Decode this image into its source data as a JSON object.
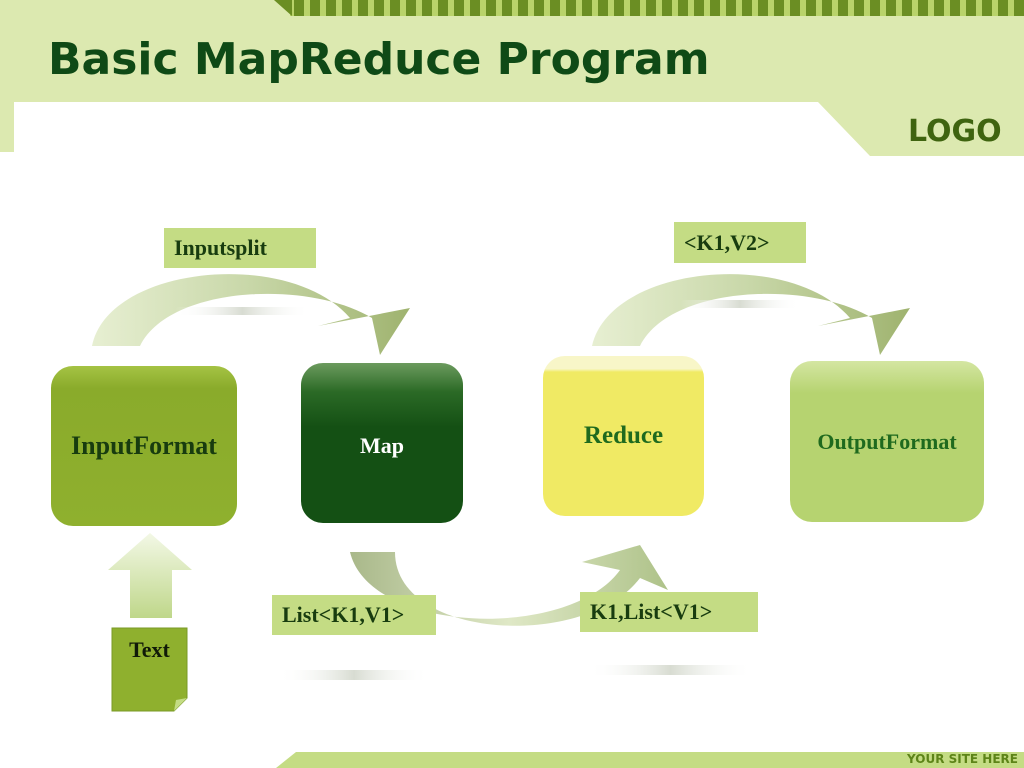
{
  "header": {
    "title": "Basic MapReduce Program",
    "logo": "LOGO"
  },
  "footer": {
    "site": "YOUR SITE HERE"
  },
  "diagram": {
    "boxes": {
      "input_format": "InputFormat",
      "map": "Map",
      "reduce": "Reduce",
      "output_format": "OutputFormat"
    },
    "labels": {
      "inputsplit": "Inputsplit",
      "k1_v2": "<K1,V2>",
      "list_k1_v1": "List<K1,V1>",
      "k1_list_v1": "K1,List<V1>"
    },
    "source": {
      "text": "Text"
    }
  },
  "colors": {
    "title": "#0f4a16",
    "header_band": "#dce9b0",
    "input_format": "#8fb02e",
    "map": "#145014",
    "reduce": "#f0ea64",
    "output_format": "#b6d370",
    "label_bg": "#c4dc84"
  }
}
